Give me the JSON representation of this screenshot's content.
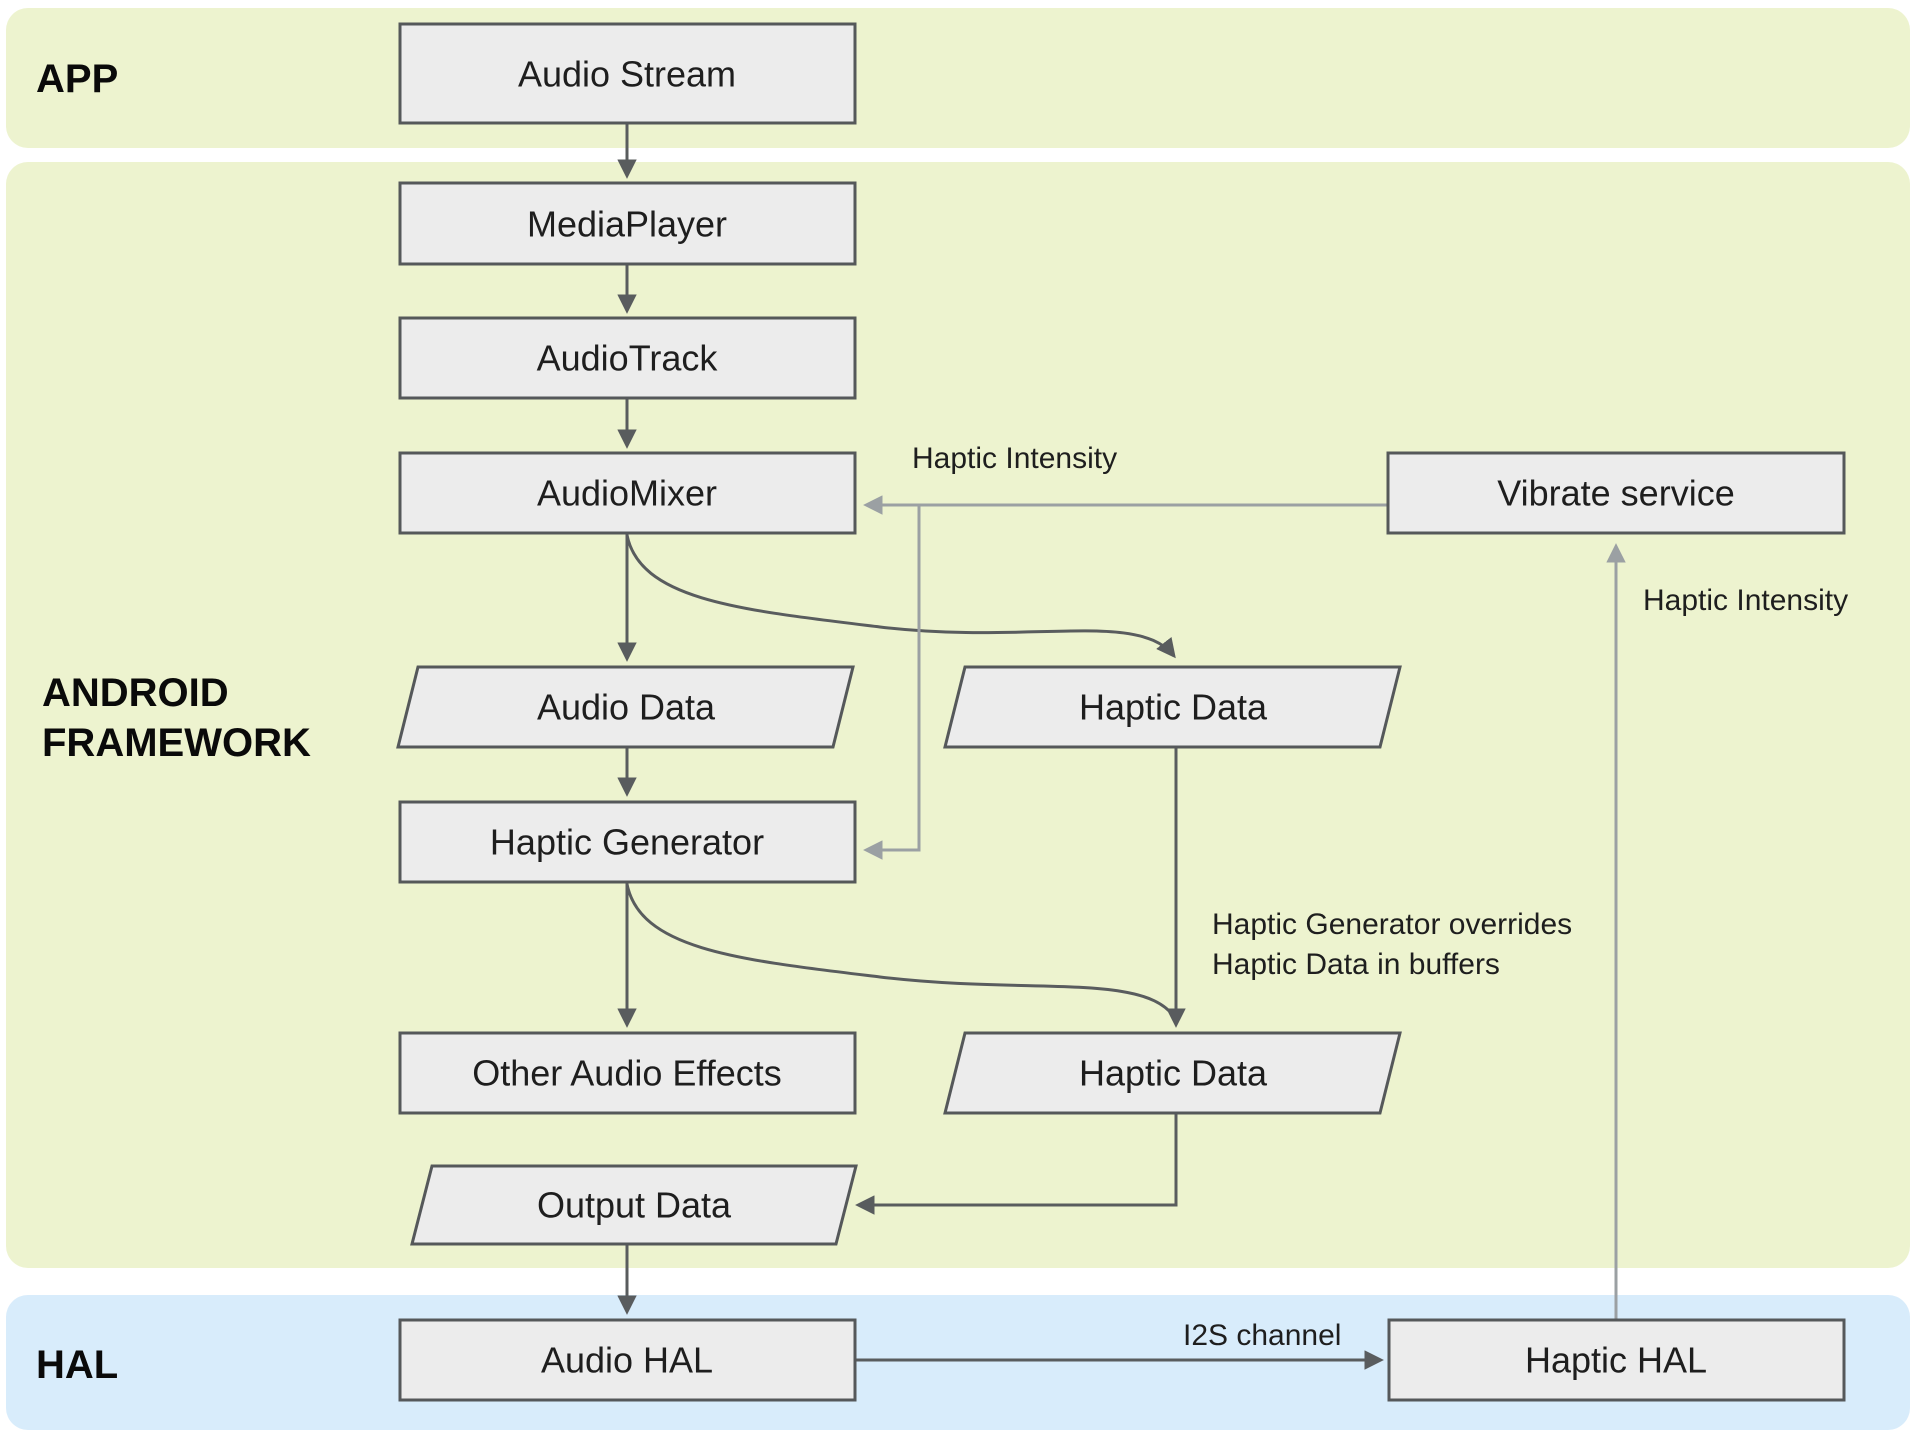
{
  "diagram": {
    "bands": {
      "app": "APP",
      "framework_line1": "ANDROID",
      "framework_line2": "FRAMEWORK",
      "hal": "HAL"
    },
    "nodes": {
      "audio_stream": "Audio Stream",
      "media_player": "MediaPlayer",
      "audio_track": "AudioTrack",
      "audio_mixer": "AudioMixer",
      "vibrate_service": "Vibrate service",
      "audio_data": "Audio Data",
      "haptic_data_1": "Haptic Data",
      "haptic_generator": "Haptic Generator",
      "other_audio_effects": "Other Audio Effects",
      "haptic_data_2": "Haptic Data",
      "output_data": "Output Data",
      "audio_hal": "Audio HAL",
      "haptic_hal": "Haptic HAL"
    },
    "edge_labels": {
      "haptic_intensity_left": "Haptic Intensity",
      "haptic_intensity_right": "Haptic Intensity",
      "override_line1": "Haptic Generator overrides",
      "override_line2": "Haptic Data in buffers",
      "i2s": "I2S channel"
    },
    "colors": {
      "band_green": "#edf3cf",
      "band_blue": "#d8ecfb",
      "node_fill": "#ececec",
      "node_border": "#55585a",
      "edge": "#595c5e",
      "edge_muted": "#9ba0a3",
      "text": "#1e1e1e",
      "band_label": "#0a0a0a"
    }
  }
}
